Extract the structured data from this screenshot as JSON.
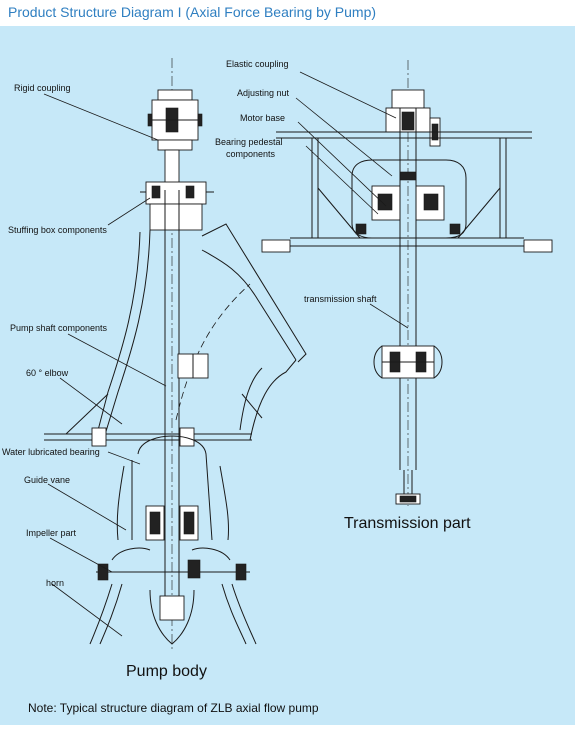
{
  "header": {
    "title": "Product Structure Diagram I (Axial Force Bearing by Pump)",
    "title_color": "#2f7fc1",
    "background": "#c6e8f8"
  },
  "pump_body": {
    "caption": "Pump body",
    "labels": {
      "rigid_coupling": "Rigid coupling",
      "stuffing_box": "Stuffing box components",
      "pump_shaft": "Pump shaft components",
      "elbow": "60 ° elbow",
      "bearing": "Water lubricated bearing",
      "guide_vane": "Guide vane",
      "impeller": "Impeller part",
      "horn": "horn"
    }
  },
  "transmission": {
    "caption": "Transmission part",
    "labels": {
      "elastic_coupling": "Elastic coupling",
      "adjusting_nut": "Adjusting nut",
      "motor_base": "Motor base",
      "bearing_pedestal_1": "Bearing pedestal",
      "bearing_pedestal_2": "components",
      "transmission_shaft": "transmission shaft"
    }
  },
  "note": "Note: Typical structure diagram of ZLB axial flow pump"
}
